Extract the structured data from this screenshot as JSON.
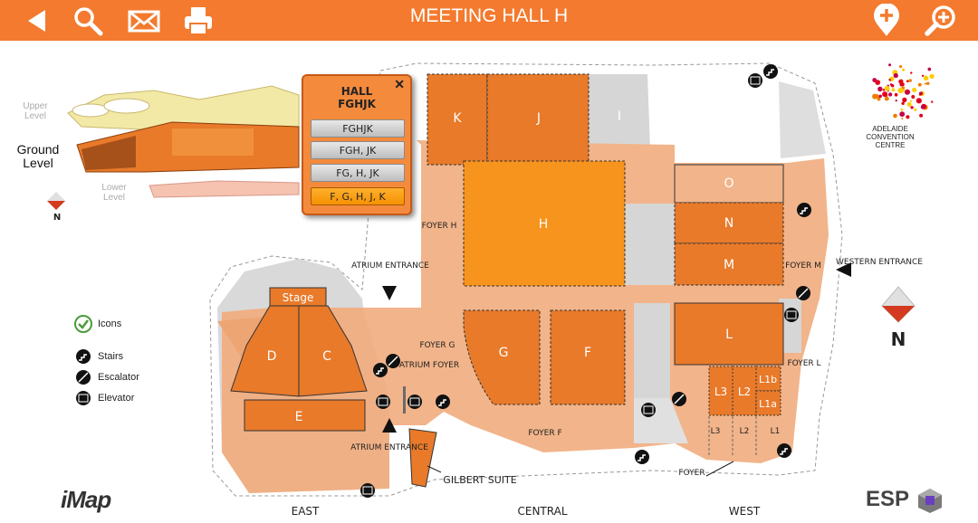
{
  "header": {
    "title": "MEETING HALL H",
    "icons": [
      "back-icon",
      "search-icon",
      "email-icon",
      "print-icon",
      "location-icon",
      "zoom-in-icon"
    ]
  },
  "levels": {
    "upper": "Upper Level",
    "ground": "Ground Level",
    "lower": "Lower Level"
  },
  "popup": {
    "title_line1": "HALL",
    "title_line2": "FGHJK",
    "close": "✕",
    "options": [
      "FGHJK",
      "FGH, JK",
      "FG, H, JK",
      "F, G, H, J, K"
    ],
    "selected_index": 3
  },
  "rooms": {
    "K": "K",
    "J": "J",
    "I": "I",
    "H": "H",
    "O": "O",
    "N": "N",
    "M": "M",
    "L": "L",
    "G": "G",
    "F": "F",
    "D": "D",
    "C": "C",
    "E": "E",
    "Stage": "Stage",
    "L3": "L3",
    "L2": "L2",
    "L1b": "L1b",
    "L1a": "L1a"
  },
  "areas": {
    "foyer_h": "FOYER H",
    "foyer_g": "FOYER G",
    "foyer_f": "FOYER F",
    "foyer_m": "FOYER M",
    "foyer_l": "FOYER L",
    "foyer": "FOYER",
    "atrium_entrance_top": "ATRIUM ENTRANCE",
    "atrium_entrance_bottom": "ATRIUM ENTRANCE",
    "atrium_foyer": "ATRIUM FOYER",
    "western_entrance": "WESTERN ENTRANCE",
    "gilbert_suite": "GILBERT SUITE",
    "l3_small": "L3",
    "l2_small": "L2",
    "l1_small": "L1"
  },
  "zones": {
    "east": "EAST",
    "central": "CENTRAL",
    "west": "WEST"
  },
  "legend": {
    "icons": "Icons",
    "stairs": "Stairs",
    "escalator": "Escalator",
    "elevator": "Elevator"
  },
  "brand": {
    "logo_text": "ADELAIDE CONVENTION CENTRE",
    "imap": "iMap",
    "esp": "ESP",
    "north": "N"
  },
  "colors": {
    "header": "#f37a2e",
    "room": "#e87a2a",
    "room_selected": "#f7941d",
    "foyer": "#f2b48a",
    "grey": "#d6d6d6"
  }
}
